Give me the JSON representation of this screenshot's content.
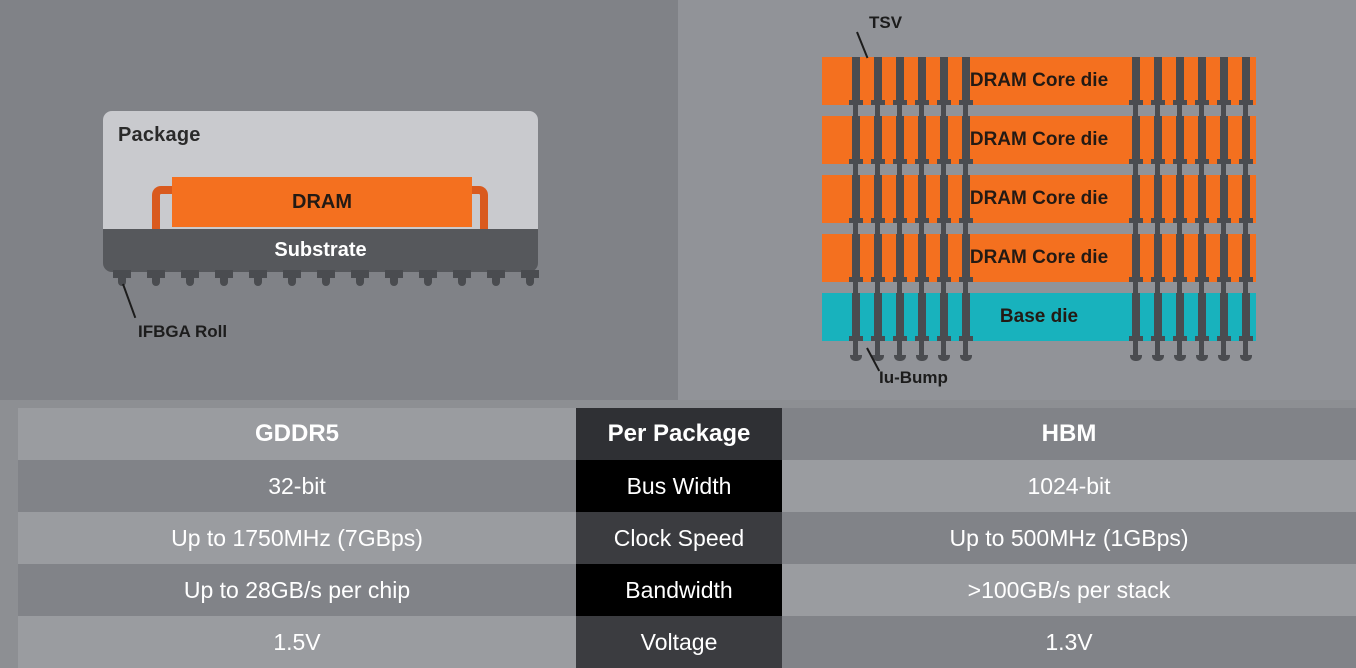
{
  "gddr5_diagram": {
    "package_label": "Package",
    "dram_label": "DRAM",
    "substrate_label": "Substrate",
    "ifbga_label": "IFBGA Roll",
    "ball_count": 13,
    "colors": {
      "package": "#c9cace",
      "dram": "#f4701f",
      "substrate": "#56585c",
      "wire": "#d95a1e"
    }
  },
  "hbm_diagram": {
    "tsv_label": "TSV",
    "ubump_label": "Iu-Bump",
    "dies": [
      {
        "label": "DRAM Core die",
        "type": "dram"
      },
      {
        "label": "DRAM Core die",
        "type": "dram"
      },
      {
        "label": "DRAM Core die",
        "type": "dram"
      },
      {
        "label": "DRAM Core die",
        "type": "dram"
      },
      {
        "label": "Base die",
        "type": "base"
      }
    ],
    "colors": {
      "dram_die": "#f4701f",
      "base_die": "#18b2bd",
      "tsv": "#4a4c50"
    }
  },
  "table": {
    "columns": [
      "GDDR5",
      "Per Package",
      "HBM"
    ],
    "rows": [
      {
        "left": "GDDR5",
        "mid": "Per Package",
        "right": "HBM",
        "header": true
      },
      {
        "left": "32-bit",
        "mid": "Bus Width",
        "right": "1024-bit",
        "header": false
      },
      {
        "left": "Up to 1750MHz (7GBps)",
        "mid": "Clock Speed",
        "right": "Up to 500MHz (1GBps)",
        "header": false
      },
      {
        "left": "Up to 28GB/s per chip",
        "mid": "Bandwidth",
        "right": ">100GB/s per stack",
        "header": false
      },
      {
        "left": "1.5V",
        "mid": "Voltage",
        "right": "1.3V",
        "header": false
      }
    ]
  }
}
